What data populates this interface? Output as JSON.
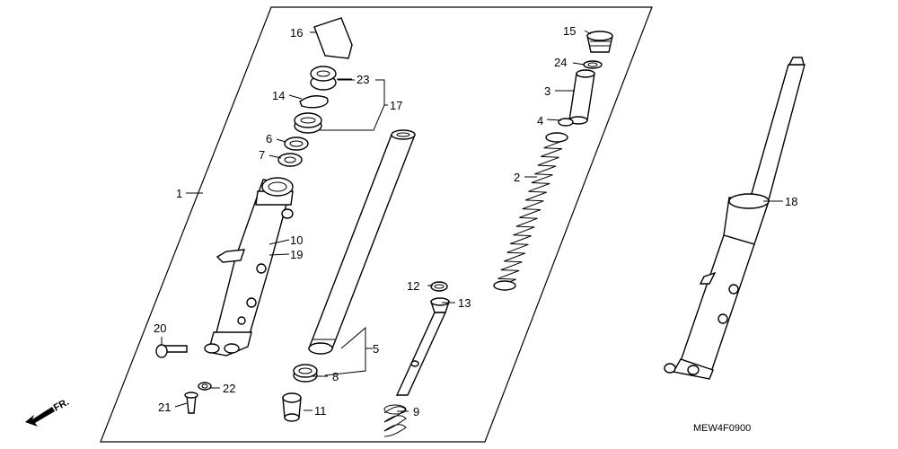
{
  "diagram": {
    "code": "MEW4F0900",
    "direction_label": "FR.",
    "callouts": {
      "c1": "1",
      "c2": "2",
      "c3": "3",
      "c4": "4",
      "c5": "5",
      "c6": "6",
      "c7": "7",
      "c8": "8",
      "c9": "9",
      "c10": "10",
      "c11": "11",
      "c12": "12",
      "c13": "13",
      "c14": "14",
      "c15": "15",
      "c16": "16",
      "c17": "17",
      "c18": "18",
      "c19": "19",
      "c20": "20",
      "c21": "21",
      "c22": "22",
      "c23": "23",
      "c24": "24"
    }
  }
}
